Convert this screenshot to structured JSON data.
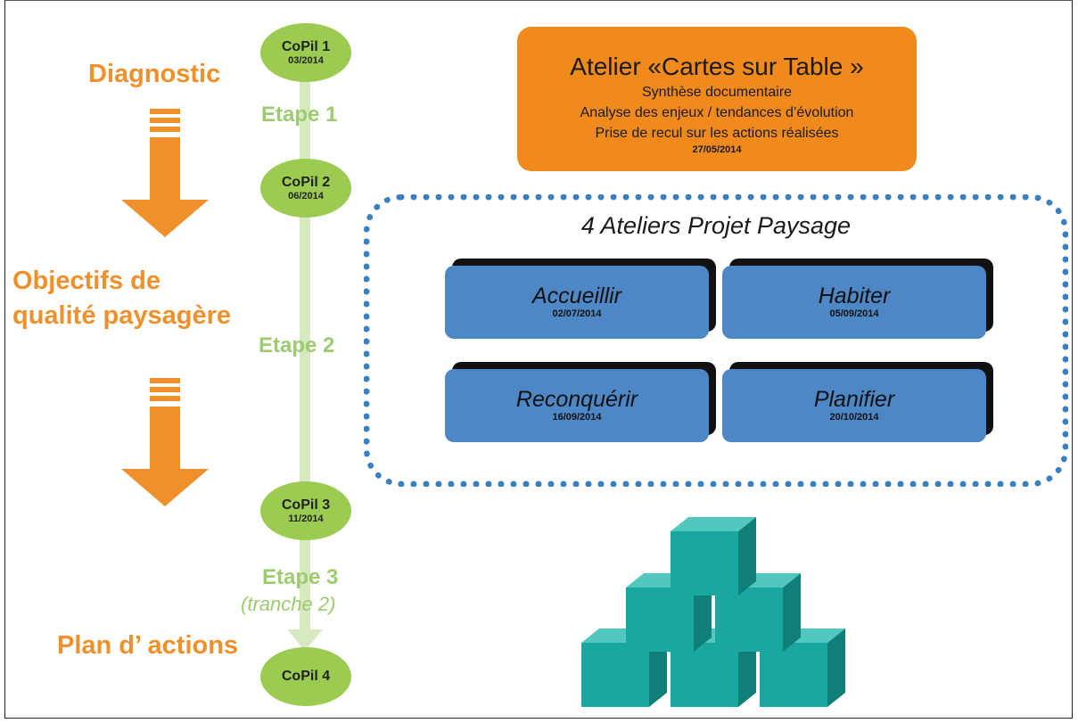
{
  "phases": {
    "diagnostic": "Diagnostic",
    "objectifs_line1": "Objectifs de",
    "objectifs_line2": "qualité paysagère",
    "plan": "Plan d’ actions"
  },
  "etapes": {
    "e1": "Etape 1",
    "e2": "Etape 2",
    "e3": "Etape 3",
    "e3_sub": "(tranche 2)"
  },
  "copils": [
    {
      "title": "CoPil 1",
      "date": "03/2014"
    },
    {
      "title": "CoPil 2",
      "date": "06/2014"
    },
    {
      "title": "CoPil 3",
      "date": "11/2014"
    },
    {
      "title": "CoPil 4",
      "date": ""
    }
  ],
  "atelier": {
    "title": "Atelier «Cartes sur Table »",
    "lines": [
      "Synthèse documentaire",
      "Analyse des enjeux / tendances d’évolution",
      "Prise de recul sur les actions réalisées"
    ],
    "date": "27/05/2014"
  },
  "projet": {
    "title": "4 Ateliers Projet Paysage",
    "workshops": [
      {
        "name": "Accueillir",
        "date": "02/07/2014"
      },
      {
        "name": "Habiter",
        "date": "05/09/2014"
      },
      {
        "name": "Reconquérir",
        "date": "16/09/2014"
      },
      {
        "name": "Planifier",
        "date": "20/10/2014"
      }
    ]
  },
  "colors": {
    "orange": "#f0902a",
    "green": "#9ccb51",
    "green_text": "#9ccb70",
    "blue": "#4d87c6",
    "dotted": "#3a7fc0",
    "teal": "#1aa7a0"
  },
  "icons": [
    "down-arrow-icon",
    "down-arrow-icon",
    "cube-pyramid-icon"
  ]
}
